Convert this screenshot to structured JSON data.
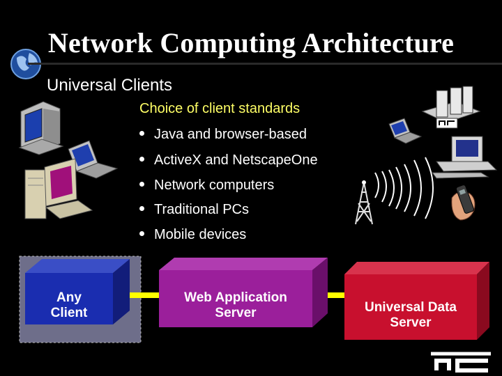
{
  "slide": {
    "title": "Network Computing Architecture",
    "subtitle": "Universal Clients",
    "choice_heading": "Choice of client standards",
    "bullets": [
      "Java and browser-based",
      "ActiveX and NetscapeOne",
      "Network computers",
      "Traditional PCs",
      "Mobile devices"
    ],
    "blocks": {
      "client": "Any\nClient",
      "server": "Web Application\nServer",
      "data": "Universal Data\nServer"
    }
  },
  "colors": {
    "background": "#000000",
    "choice_heading": "#ffff66",
    "client_block": "#1a2db0",
    "server_block": "#9b1f9b",
    "data_block": "#c8102e",
    "connector": "#ffff00",
    "client_panel": "#6e6e8a"
  },
  "icons": [
    "globe-icon",
    "desktop-pc-icon",
    "laptop-icon",
    "tower-pc-icon",
    "server-icon",
    "small-laptop-icon",
    "workstation-icon",
    "antenna-icon",
    "mobile-phone-icon",
    "logo-icon"
  ]
}
